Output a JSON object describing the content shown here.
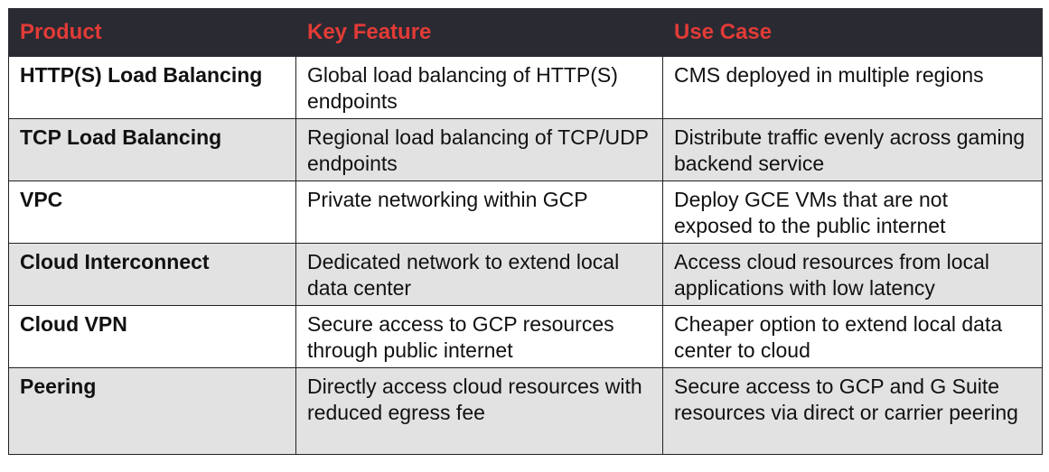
{
  "table": {
    "headers": [
      "Product",
      "Key Feature",
      "Use Case"
    ],
    "rows": [
      {
        "product": "HTTP(S) Load Balancing",
        "feature": "Global load balancing of HTTP(S) endpoints",
        "use_case": "CMS deployed in multiple regions"
      },
      {
        "product": "TCP Load Balancing",
        "feature": "Regional load balancing of TCP/UDP endpoints",
        "use_case": "Distribute traffic evenly across gaming backend service"
      },
      {
        "product": "VPC",
        "feature": "Private networking within GCP",
        "use_case": "Deploy GCE VMs that are not exposed to the public internet"
      },
      {
        "product": "Cloud Interconnect",
        "feature": "Dedicated network to extend local data center",
        "use_case": "Access cloud resources from local applications with low latency"
      },
      {
        "product": "Cloud VPN",
        "feature": "Secure access to GCP resources through public internet",
        "use_case": "Cheaper option to extend local data center to cloud"
      },
      {
        "product": "Peering",
        "feature": "Directly access cloud resources with reduced egress fee",
        "use_case": "Secure access to GCP and G Suite resources via direct or carrier peering"
      }
    ]
  },
  "colors": {
    "header_bg": "#2a2a33",
    "header_text": "#e23b36",
    "alt_row_bg": "#e2e2e2",
    "row_bg": "#ffffff"
  }
}
